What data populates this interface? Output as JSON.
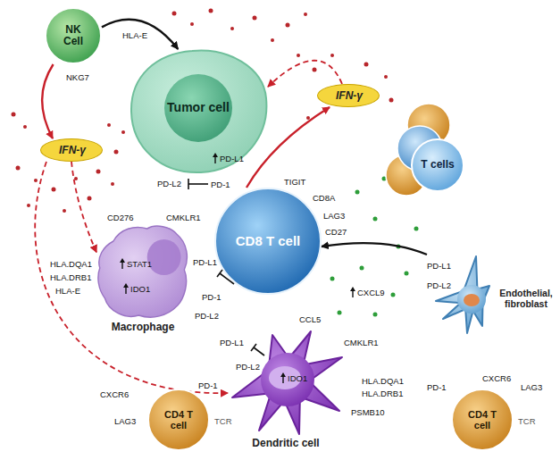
{
  "diagram": {
    "nodes": [
      {
        "text": [
          "NK Cell"
        ]
      },
      {
        "text": [
          "Tumor cell"
        ]
      },
      {
        "text": [
          "IFN-γ"
        ]
      },
      {
        "text": [
          "IFN-γ"
        ]
      },
      {
        "text": [
          "Macrophage"
        ]
      },
      {
        "text": [
          "CD8 T cell"
        ]
      },
      {
        "text": [
          "T cells"
        ]
      },
      {
        "text": [
          "Endothelial, fibroblast"
        ]
      },
      {
        "text": [
          "CD4 T cell"
        ]
      },
      {
        "text": [
          "Dendritic cell"
        ]
      },
      {
        "text": [
          "CD4 T cell"
        ]
      }
    ],
    "edges": [
      {
        "from": 0,
        "to": 1,
        "arrow": "to"
      },
      {
        "from": 0,
        "to": 3,
        "arrow": "to"
      },
      {
        "from": 3,
        "to": 4,
        "arrow": "to"
      },
      {
        "from": 3,
        "to": 9,
        "arrow": "to"
      },
      {
        "from": 5,
        "to": 2,
        "arrow": "to"
      },
      {
        "from": 2,
        "to": 1,
        "arrow": "to"
      },
      {
        "from": 7,
        "to": 5,
        "arrow": "to"
      }
    ],
    "labels": [
      "HLA-E",
      "NKG7",
      "PD-L1",
      "PD-L2",
      "PD-1",
      "TIGIT",
      "CD8A",
      "LAG3",
      "CD27",
      "CD276",
      "CMKLR1",
      "HLA.DQA1",
      "HLA.DRB1",
      "HLA-E",
      "STAT1",
      "IDO1",
      "PD-L1",
      "PD-1",
      "PD-L2",
      "CXCL9",
      "PD-L1",
      "PD-L2",
      "CCL5",
      "PD-L1",
      "PD-L2",
      "CMKLR1",
      "HLA.DQA1",
      "HLA.DRB1",
      "PSMB10",
      "IDO1",
      "CXCR6",
      "PD-1",
      "LAG3",
      "TCR",
      "PD-1",
      "CXCR6",
      "LAG3",
      "TCR"
    ]
  }
}
